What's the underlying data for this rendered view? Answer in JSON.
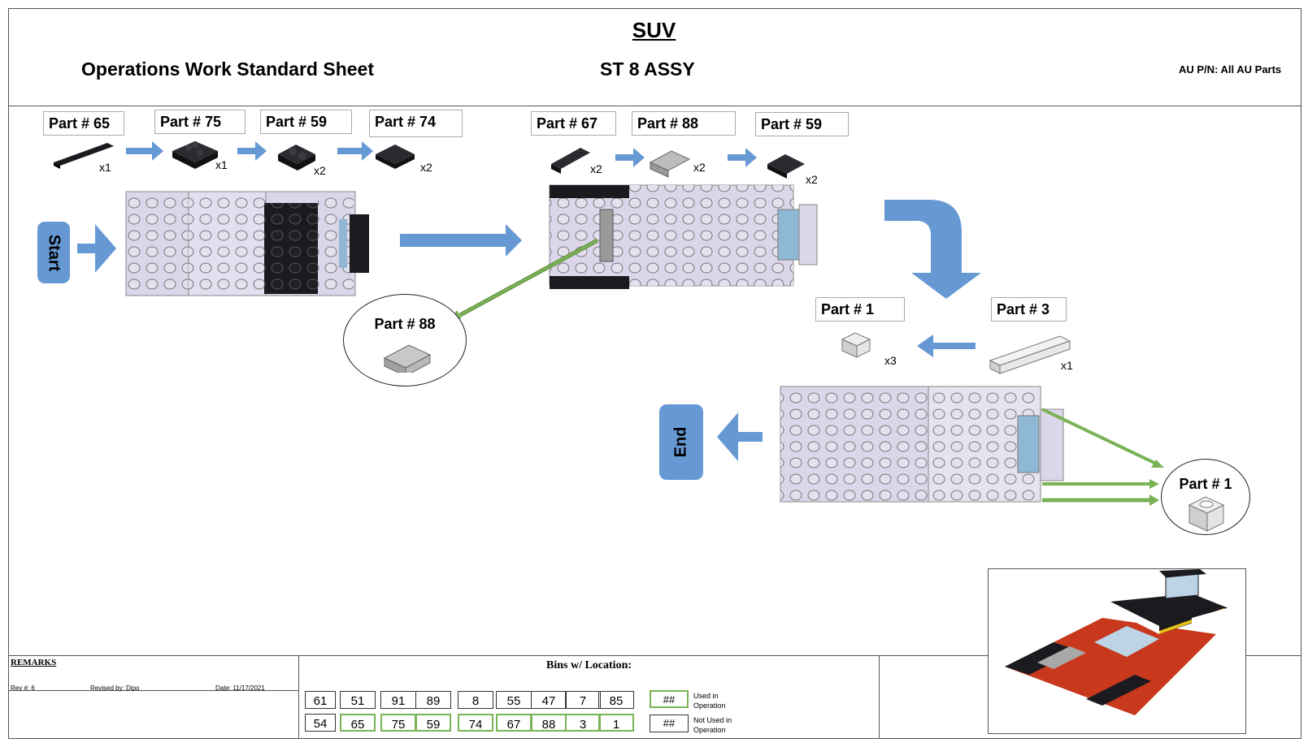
{
  "header": {
    "model": "SUV",
    "sheet_title": "Operations Work Standard Sheet",
    "station": "ST 8 ASSY",
    "part_number": "AU  P/N: All AU Parts"
  },
  "flow": {
    "start_label": "Start",
    "end_label": "End",
    "step1_parts": [
      {
        "label": "Part  # 65",
        "qty": "x1",
        "color": "black",
        "shape": "tile-1x4"
      },
      {
        "label": "Part  # 75",
        "qty": "x1",
        "color": "black",
        "shape": "plate-2x3"
      },
      {
        "label": "Part  # 59",
        "qty": "x2",
        "color": "black",
        "shape": "plate-1x2"
      },
      {
        "label": "Part  # 74",
        "qty": "x2",
        "color": "black",
        "shape": "plate-2x2"
      }
    ],
    "step2_parts": [
      {
        "label": "Part  # 67",
        "qty": "x2",
        "color": "black",
        "shape": "plate-1x3"
      },
      {
        "label": "Part  # 88",
        "qty": "x2",
        "color": "gray",
        "shape": "hinge"
      },
      {
        "label": "Part  # 59",
        "qty": "x2",
        "color": "black",
        "shape": "plate-1x2"
      }
    ],
    "step3_parts": [
      {
        "label": "Part  # 1",
        "qty": "x3",
        "color": "white",
        "shape": "brick-1x1"
      },
      {
        "label": "Part  # 3",
        "qty": "x1",
        "color": "white",
        "shape": "brick-1x6"
      }
    ],
    "callouts": [
      {
        "label": "Part # 88",
        "shape": "hinge"
      },
      {
        "label": "Part # 1",
        "shape": "brick-1x1"
      }
    ]
  },
  "colors": {
    "flow_arrow": "#6699d4",
    "pointer_arrow": "#7ab356",
    "assembly_body": "#dcd6ea",
    "black_part": "#1a1a1f",
    "used_bin_border": "#7ab356"
  },
  "footer": {
    "remarks_label": "REMARKS",
    "rev": "Rev #: 6",
    "revised_by": "Revised by: Dipo",
    "date": "Date:  11/17/2021",
    "bins_title": "Bins w/ Location:",
    "bins_row1": [
      {
        "value": "61",
        "used": false
      },
      {
        "value": "51",
        "used": false
      },
      {
        "value": "91",
        "used": false
      },
      {
        "value": "89",
        "used": false
      },
      {
        "value": "8",
        "used": false
      },
      {
        "value": "55",
        "used": false
      },
      {
        "value": "47",
        "used": false
      },
      {
        "value": "7",
        "used": false
      },
      {
        "value": "85",
        "used": false
      }
    ],
    "bins_row2": [
      {
        "value": "54",
        "used": false
      },
      {
        "value": "65",
        "used": true
      },
      {
        "value": "75",
        "used": true
      },
      {
        "value": "59",
        "used": true
      },
      {
        "value": "74",
        "used": true
      },
      {
        "value": "67",
        "used": true
      },
      {
        "value": "88",
        "used": true
      },
      {
        "value": "3",
        "used": true
      },
      {
        "value": "1",
        "used": true
      }
    ],
    "legend": [
      {
        "box": "##",
        "text": "Used in Operation",
        "used": true
      },
      {
        "box": "##",
        "text": "Not Used in Operation",
        "used": false
      }
    ]
  }
}
